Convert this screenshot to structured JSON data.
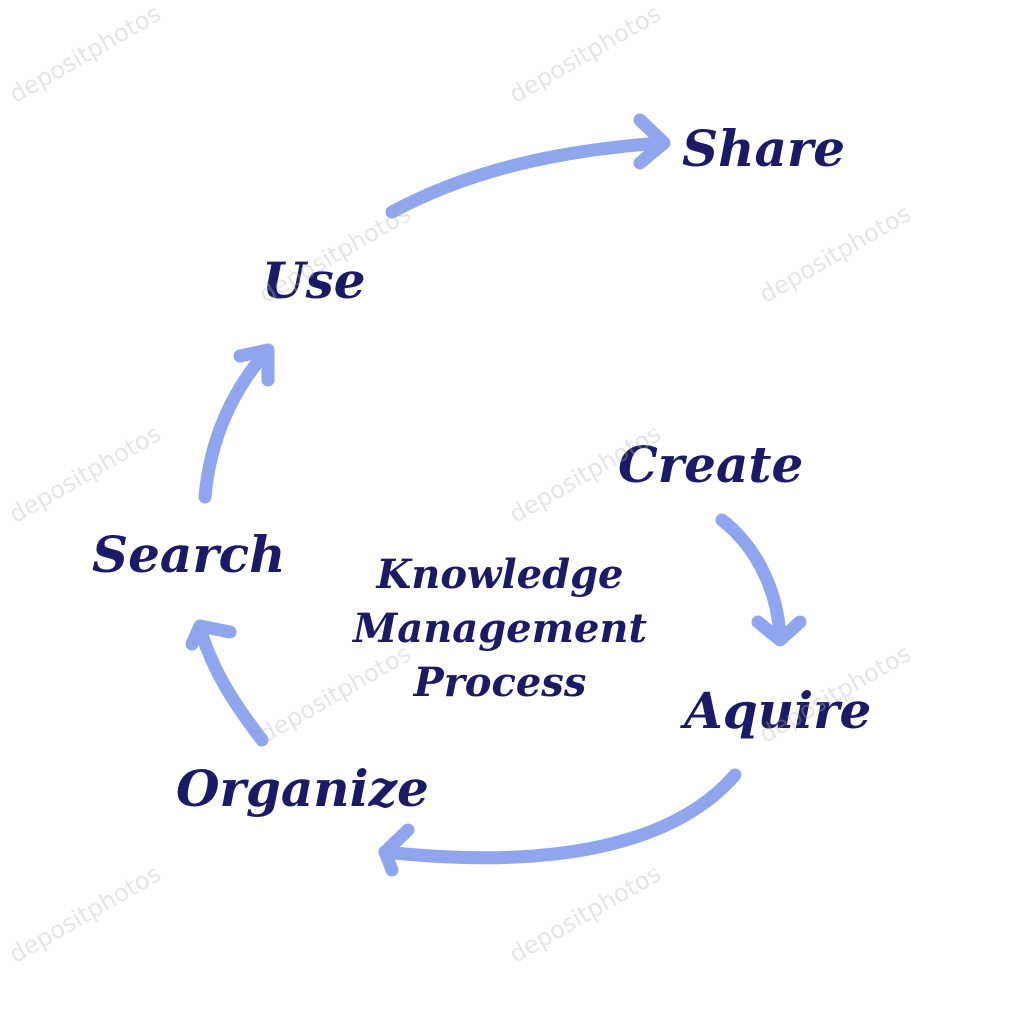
{
  "colors": {
    "text": "#1a1a66",
    "arrow": "#8fa6ee"
  },
  "diagram": {
    "title_lines": [
      "Knowledge",
      "Management",
      "Process"
    ],
    "steps": {
      "share": "Share",
      "use": "Use",
      "create": "Create",
      "search": "Search",
      "aquire": "Aquire",
      "organize": "Organize"
    }
  },
  "watermark": {
    "text": "depositphotos"
  }
}
